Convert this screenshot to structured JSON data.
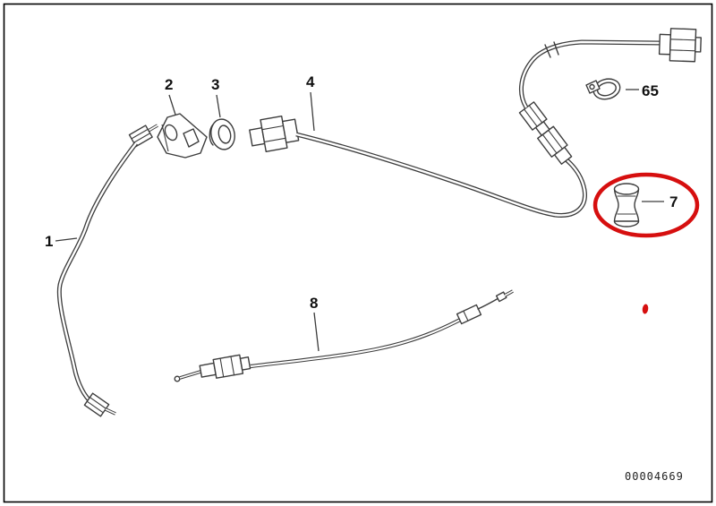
{
  "diagram": {
    "drawing_number": "00004669",
    "highlight_color": "#d60f0f",
    "highlighted_part": "7",
    "parts": [
      {
        "label": "1"
      },
      {
        "label": "2"
      },
      {
        "label": "3"
      },
      {
        "label": "4"
      },
      {
        "label": "65"
      },
      {
        "label": "7"
      },
      {
        "label": "8"
      }
    ]
  }
}
